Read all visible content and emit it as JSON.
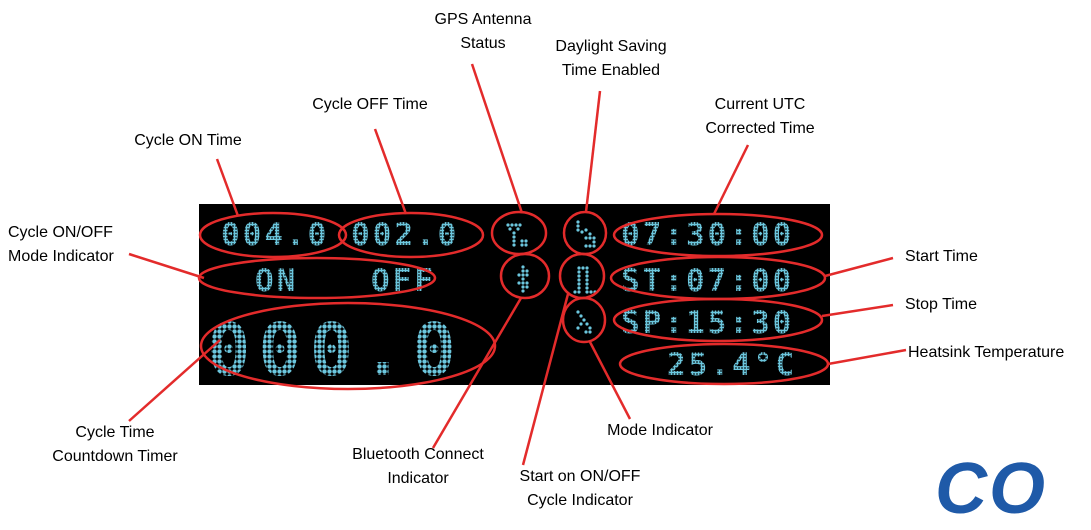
{
  "callouts": {
    "gps_antenna": [
      "GPS Antenna",
      "Status"
    ],
    "daylight_saving": [
      "Daylight Saving",
      "Time Enabled"
    ],
    "cycle_off_time": "Cycle OFF Time",
    "current_utc": [
      "Current UTC",
      "Corrected Time"
    ],
    "cycle_on_time": "Cycle ON Time",
    "cycle_mode": [
      "Cycle ON/OFF",
      "Mode Indicator"
    ],
    "start_time": "Start Time",
    "stop_time": "Stop Time",
    "heatsink": "Heatsink Temperature",
    "mode_indicator": "Mode Indicator",
    "cycle_countdown": [
      "Cycle Time",
      "Countdown Timer"
    ],
    "bluetooth": [
      "Bluetooth Connect",
      "Indicator"
    ],
    "start_on_off": [
      "Start on ON/OFF",
      "Cycle Indicator"
    ]
  },
  "display": {
    "cycle_on_time": "004.0",
    "cycle_off_time": "002.0",
    "current_time": "07:30:00",
    "mode_on": "ON",
    "mode_off": "OFF",
    "start_time": "ST:07:00",
    "stop_time": "SP:15:30",
    "countdown": "000.0",
    "temperature": "25.4°C"
  },
  "logo_text": "CO",
  "colors": {
    "lcd_digits": "#6cc7de",
    "callout_ring": "#e32b2b",
    "logo": "#1f5aa8"
  }
}
